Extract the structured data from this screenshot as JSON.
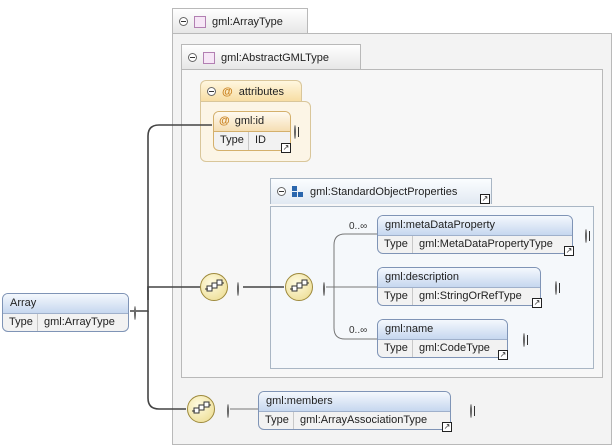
{
  "array_type": {
    "label": "gml:ArrayType"
  },
  "abstract_gml_type": {
    "label": "gml:AbstractGMLType"
  },
  "attributes": {
    "label": "attributes",
    "id_attr": {
      "name": "gml:id",
      "type_key": "Type",
      "type_value": "ID"
    }
  },
  "standard_object_properties": {
    "label": "gml:StandardObjectProperties"
  },
  "root": {
    "name": "Array",
    "type_key": "Type",
    "type_value": "gml:ArrayType"
  },
  "elements": {
    "meta_data_property": {
      "name": "gml:metaDataProperty",
      "type_key": "Type",
      "type_value": "gml:MetaDataPropertyType",
      "cardinality": "0..∞"
    },
    "description": {
      "name": "gml:description",
      "type_key": "Type",
      "type_value": "gml:StringOrRefType"
    },
    "name": {
      "name": "gml:name",
      "type_key": "Type",
      "type_value": "gml:CodeType",
      "cardinality": "0..∞"
    },
    "members": {
      "name": "gml:members",
      "type_key": "Type",
      "type_value": "gml:ArrayAssociationType"
    }
  },
  "colors": {
    "element_border": "#7f94b6",
    "attribute_header": "#f5deb3",
    "compositor_fill": "#ead98b",
    "complex_type_icon": "#b27fb2"
  }
}
